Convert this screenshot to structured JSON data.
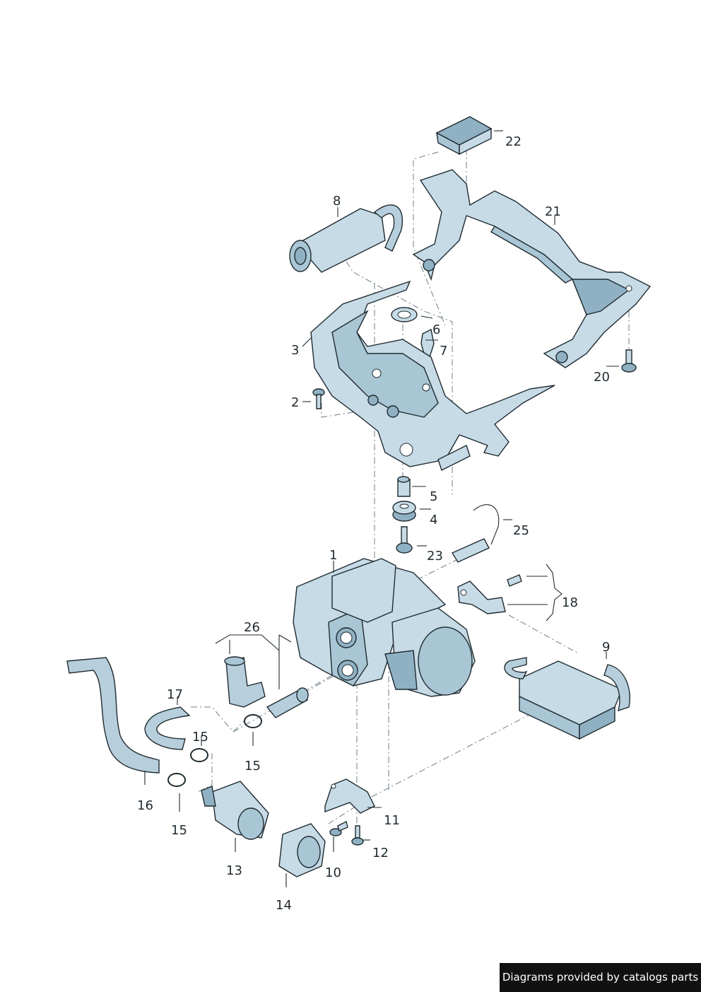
{
  "callouts": [
    {
      "id": "1",
      "text": "1"
    },
    {
      "id": "2",
      "text": "2"
    },
    {
      "id": "3",
      "text": "3"
    },
    {
      "id": "4",
      "text": "4"
    },
    {
      "id": "5",
      "text": "5"
    },
    {
      "id": "6",
      "text": "6"
    },
    {
      "id": "7",
      "text": "7"
    },
    {
      "id": "8",
      "text": "8"
    },
    {
      "id": "9",
      "text": "9"
    },
    {
      "id": "10",
      "text": "10"
    },
    {
      "id": "11",
      "text": "11"
    },
    {
      "id": "12",
      "text": "12"
    },
    {
      "id": "13",
      "text": "13"
    },
    {
      "id": "14",
      "text": "14"
    },
    {
      "id": "15a",
      "text": "15"
    },
    {
      "id": "15b",
      "text": "15"
    },
    {
      "id": "15c",
      "text": "15"
    },
    {
      "id": "16",
      "text": "16"
    },
    {
      "id": "17",
      "text": "17"
    },
    {
      "id": "18",
      "text": "18"
    },
    {
      "id": "20",
      "text": "20"
    },
    {
      "id": "21",
      "text": "21"
    },
    {
      "id": "22",
      "text": "22"
    },
    {
      "id": "23",
      "text": "23"
    },
    {
      "id": "25",
      "text": "25"
    },
    {
      "id": "26",
      "text": "26"
    }
  ],
  "footer": {
    "text": "Diagrams provided by catalogs parts"
  },
  "colors": {
    "part": "#c6dbe6",
    "part_shadow": "#8fb1c3",
    "line": "#1f2a30",
    "banner": "#111111"
  }
}
